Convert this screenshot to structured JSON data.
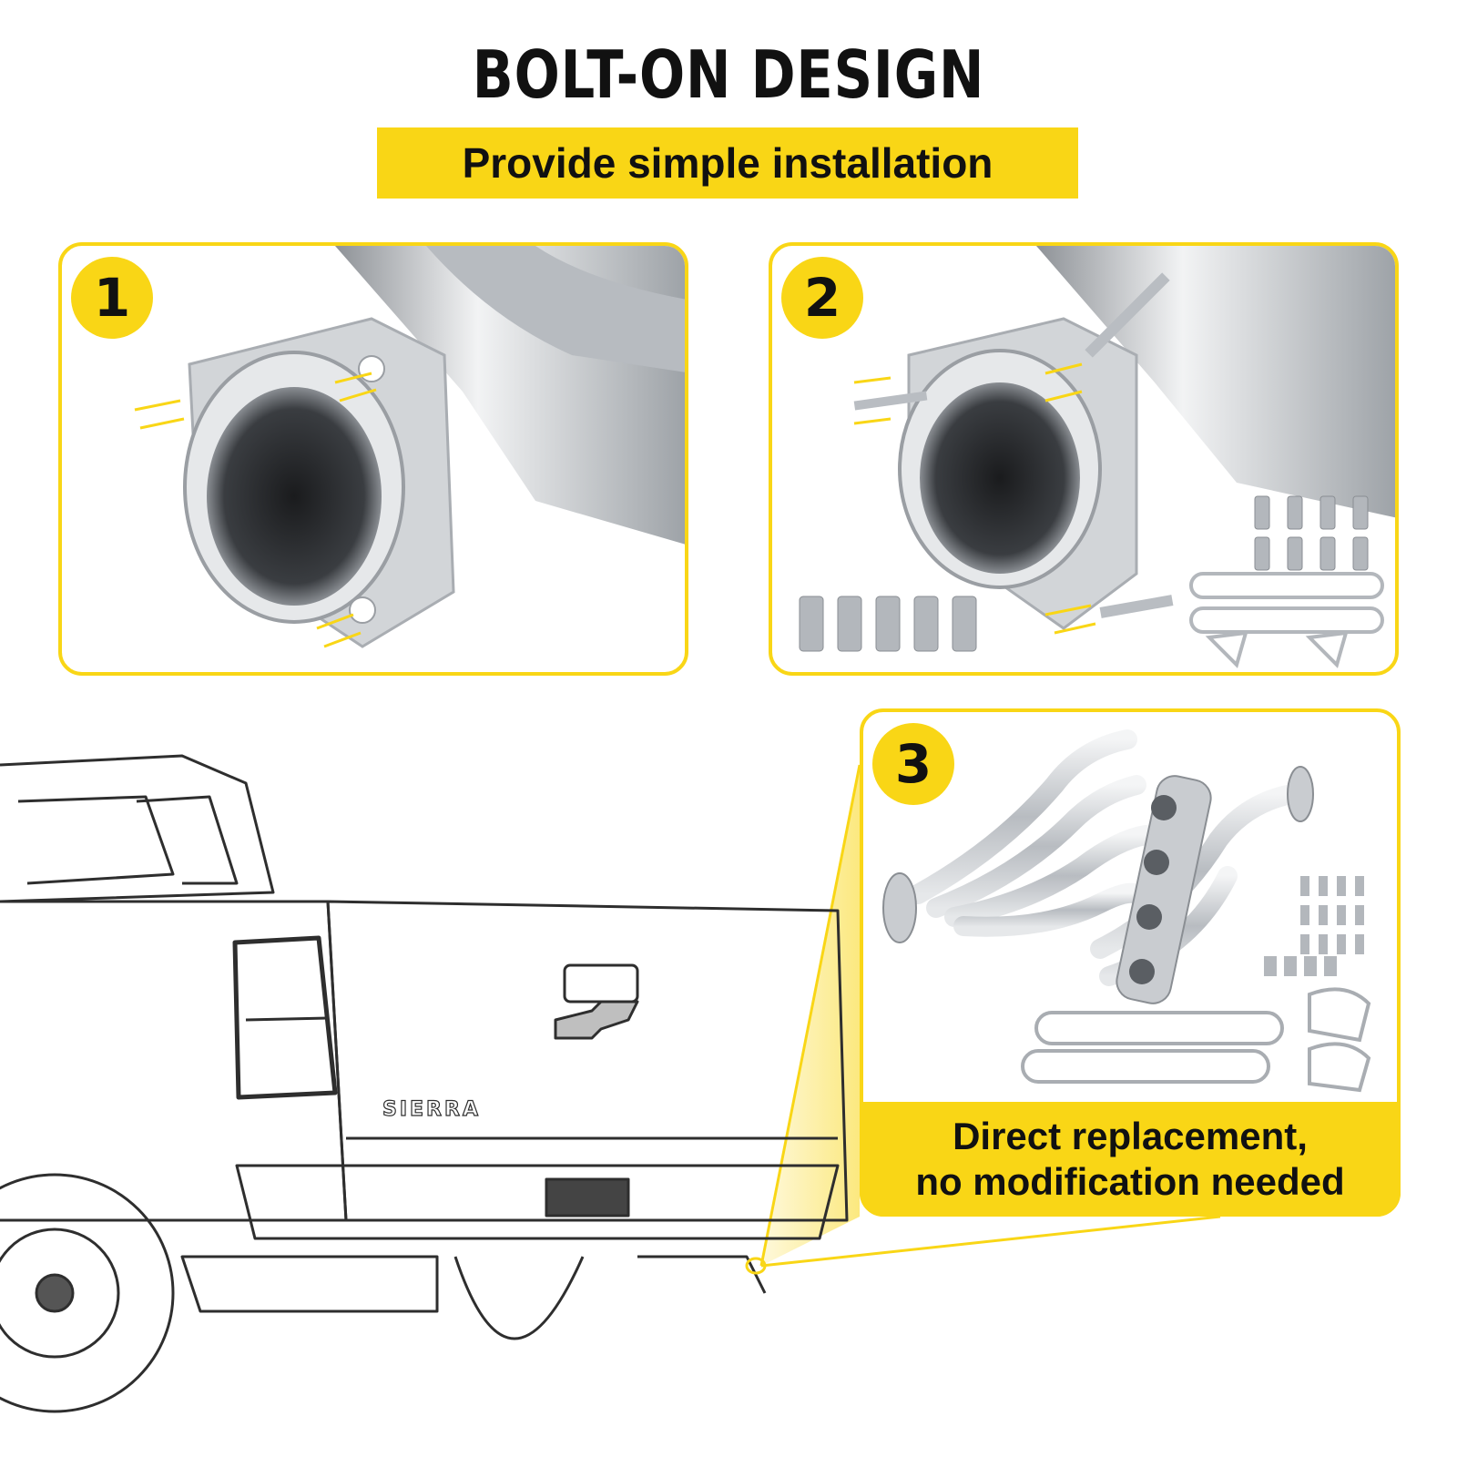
{
  "header": {
    "title": "BOLT-ON DESIGN",
    "subtitle": "Provide simple installation"
  },
  "steps": [
    {
      "number": "1"
    },
    {
      "number": "2"
    },
    {
      "number": "3"
    }
  ],
  "step3_caption": {
    "line1": "Direct replacement,",
    "line2": "no modification needed"
  },
  "truck_badges": {
    "model_name": "SIERRA"
  },
  "colors": {
    "accent_yellow": "#f9d616",
    "text_dark": "#111111",
    "steel": "#c9ccd0"
  }
}
